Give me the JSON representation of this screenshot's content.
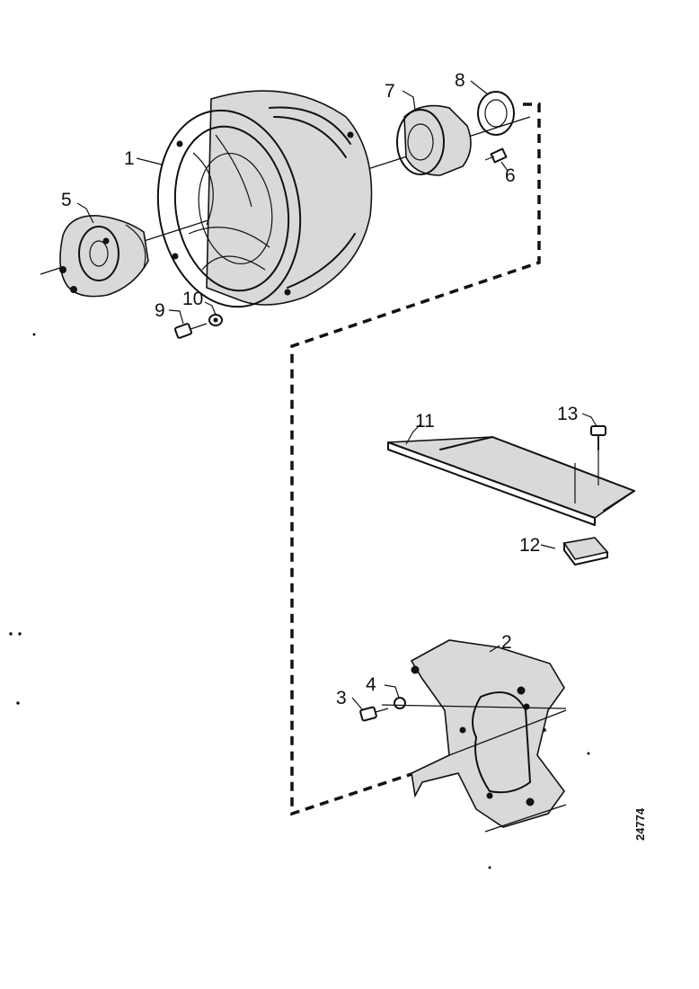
{
  "figure": {
    "figure_number": "24774",
    "callouts": {
      "c1": "1",
      "c2": "2",
      "c3": "3",
      "c4": "4",
      "c5": "5",
      "c6": "6",
      "c7": "7",
      "c8": "8",
      "c9": "9",
      "c10": "10",
      "c11": "11",
      "c12": "12",
      "c13": "13"
    }
  }
}
